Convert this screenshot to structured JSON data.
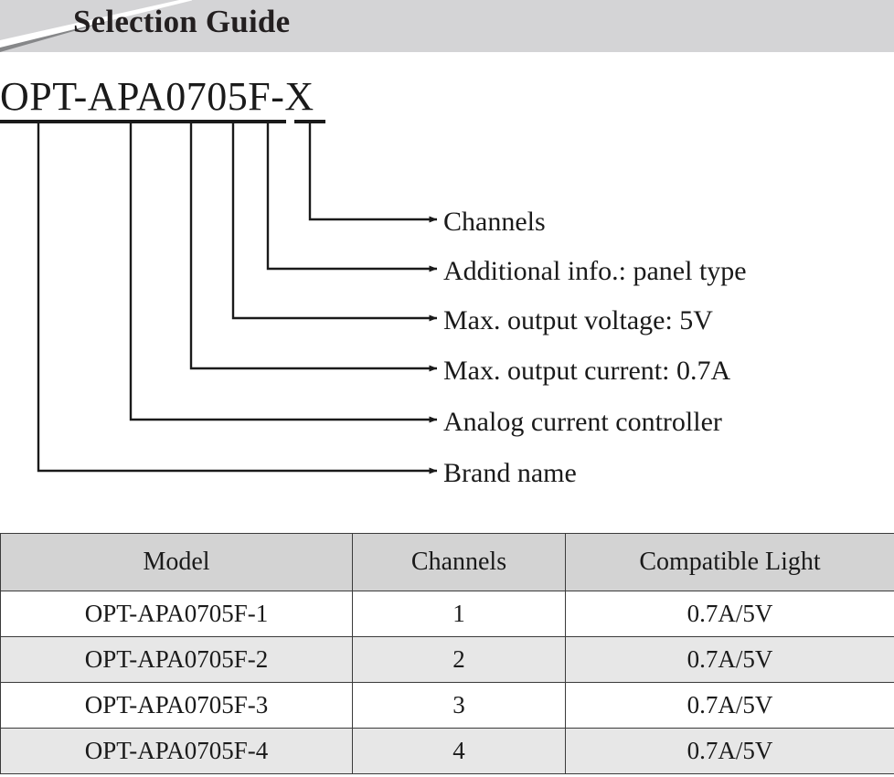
{
  "header": {
    "title": "Selection Guide",
    "banner_color": "#d4d4d6",
    "corner_color": "#868789"
  },
  "diagram": {
    "part_number": "OPT-APA0705F-X",
    "callouts": [
      {
        "label": "Channels",
        "segment": "X"
      },
      {
        "label": "Additional info.: panel type",
        "segment": "F"
      },
      {
        "label": "Max. output voltage: 5V",
        "segment": "05"
      },
      {
        "label": "Max. output current: 0.7A",
        "segment": "07"
      },
      {
        "label": "Analog current controller",
        "segment": "APA"
      },
      {
        "label": "Brand name",
        "segment": "OPT"
      }
    ]
  },
  "table": {
    "columns": [
      "Model",
      "Channels",
      "Compatible Light"
    ],
    "rows": [
      [
        "OPT-APA0705F-1",
        "1",
        "0.7A/5V"
      ],
      [
        "OPT-APA0705F-2",
        "2",
        "0.7A/5V"
      ],
      [
        "OPT-APA0705F-3",
        "3",
        "0.7A/5V"
      ],
      [
        "OPT-APA0705F-4",
        "4",
        "0.7A/5V"
      ]
    ]
  }
}
